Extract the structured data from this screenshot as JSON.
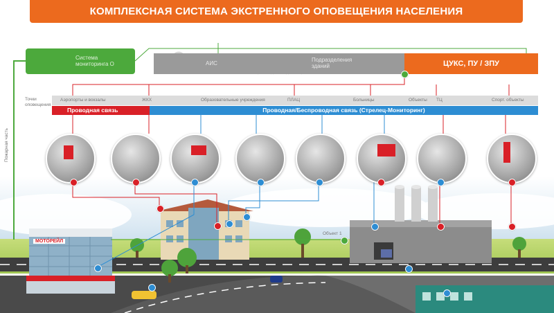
{
  "header": {
    "title": "КОМПЛЕКСНАЯ СИСТЕМА ЭКСТРЕННОГО ОПОВЕЩЕНИЯ НАСЕЛЕНИЯ"
  },
  "top_row": {
    "monitoring_label_line1": "Система",
    "monitoring_label_line2": "мониторинга О",
    "gray_bar_text1": "АИС",
    "gray_bar_text2_line1": "Подразделения",
    "gray_bar_text2_line2": "зданий",
    "authority": "ЦУКС, ПУ / ЗПУ"
  },
  "channels": {
    "left_caption_line1": "Точки",
    "left_caption_line2": "оповещения",
    "labels": [
      "Аэропорты и вокзалы",
      "ЖКХ",
      "Образовательные учреждения",
      "ПЛАЦ",
      "Больницы",
      "Объекты",
      "ТЦ",
      "Спорт. объекты"
    ],
    "wired": "Проводная связь",
    "wired_wireless": "Проводная/Беспроводная связь (Стрелец-Мониторинг)"
  },
  "scene": {
    "side_label": "Пожарная часть",
    "sign": "МОТОРЕЙЛ",
    "factory_label": "Объект 1"
  },
  "colors": {
    "orange": "#ec6a1e",
    "green": "#4ca93c",
    "red": "#d92027",
    "blue": "#2d8dd3",
    "gray": "#9a9a9a"
  }
}
